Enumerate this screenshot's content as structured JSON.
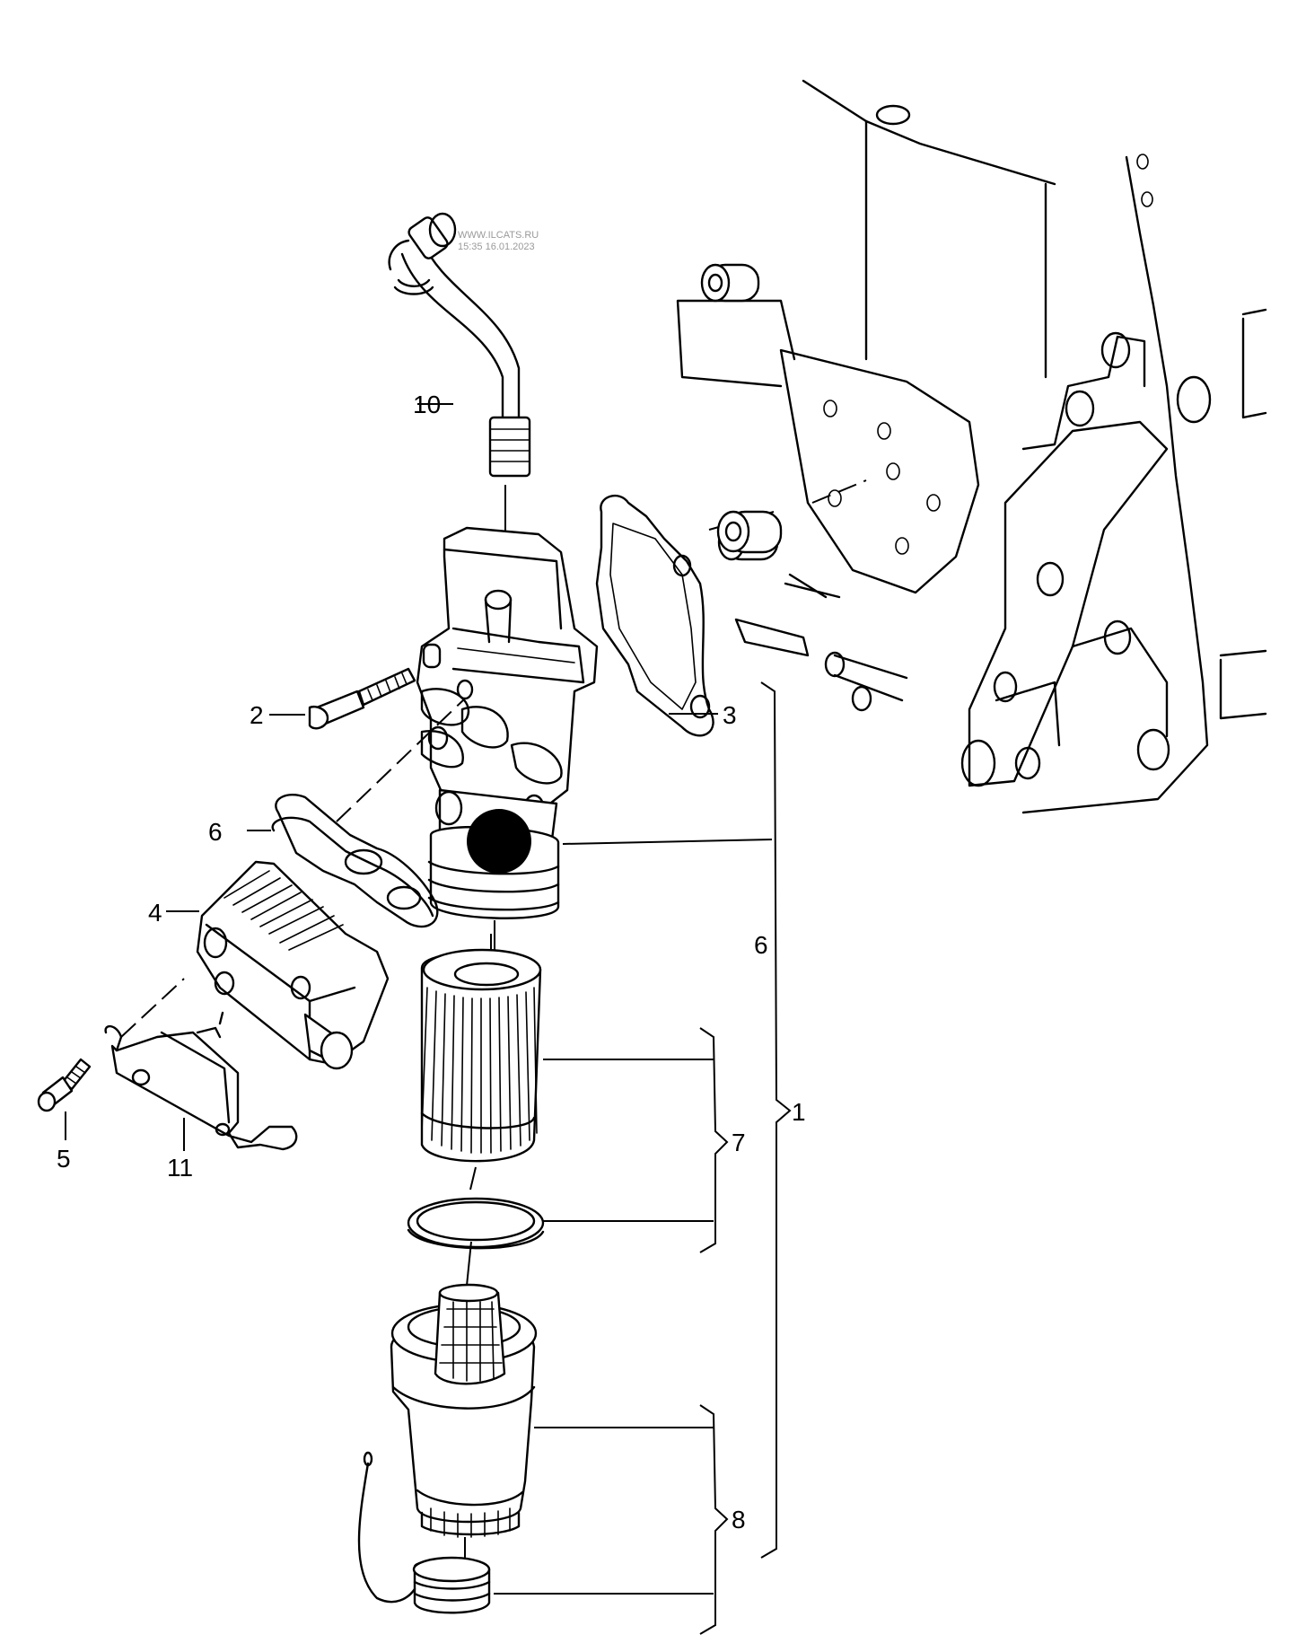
{
  "watermark": {
    "site": "WWW.ILCATS.RU",
    "timestamp": "15:35 16.01.2023"
  },
  "callouts": {
    "c1": "1",
    "c2": "2",
    "c3": "3",
    "c4": "4",
    "c5": "5",
    "c6_gasket": "6",
    "c6_bracket": "6",
    "c7": "7",
    "c8": "8",
    "c10": "10",
    "c11": "11"
  }
}
